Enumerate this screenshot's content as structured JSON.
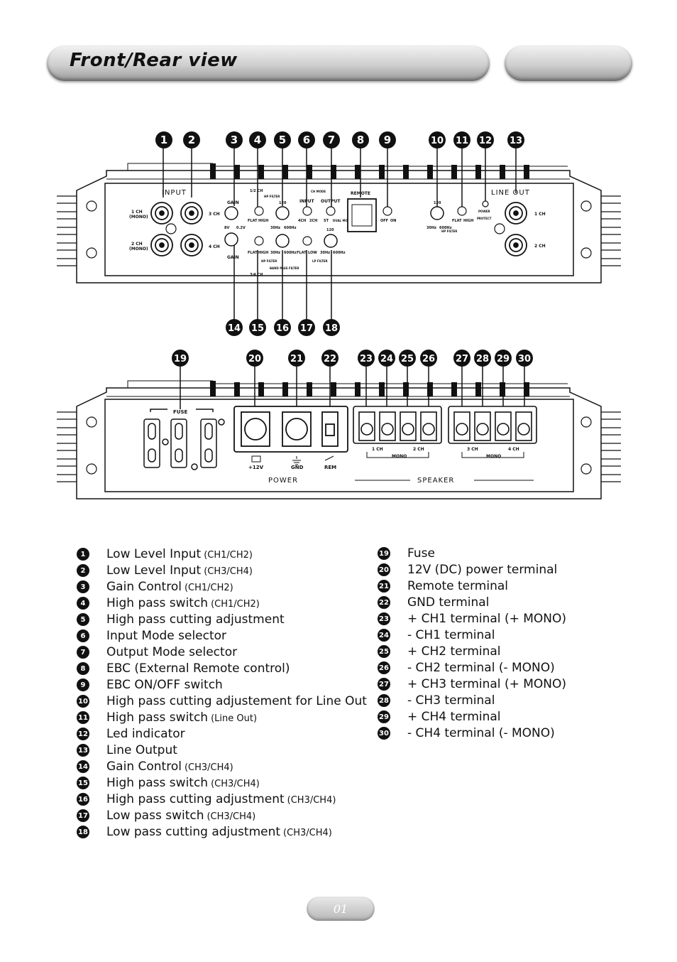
{
  "header": {
    "title": "Front/Rear  view"
  },
  "front_callouts": [
    "1",
    "2",
    "3",
    "4",
    "5",
    "6",
    "7",
    "8",
    "9",
    "10",
    "11",
    "12",
    "13"
  ],
  "front_callouts_bottom": [
    "14",
    "15",
    "16",
    "17",
    "18"
  ],
  "rear_callouts": [
    "19",
    "20",
    "21",
    "22",
    "23",
    "24",
    "25",
    "26",
    "27",
    "28",
    "29",
    "30"
  ],
  "front_panel": {
    "input": "INPUT",
    "ch1_mono": [
      "1 CH",
      "(MONO)"
    ],
    "ch2_mono": [
      "2 CH",
      "(MONO)"
    ],
    "ch3": "3 CH",
    "ch4": "4 CH",
    "gain": "GAIN",
    "gain_range": [
      "8V",
      "0.2V"
    ],
    "half_ch": "1/2 CH",
    "hp_filter": "HP FILTER",
    "flat_high": [
      "FLAT",
      "HIGH"
    ],
    "freq_120": "120",
    "freq_low": "30Hz",
    "freq_high": "600Hz",
    "ch_mode": "CH MODE",
    "input_label": "INPUT",
    "output_label": "OUTPUT",
    "input_opts": [
      "4CH",
      "2CH"
    ],
    "output_opts": [
      "ST",
      "DUAL MO"
    ],
    "remote": "REMOTE",
    "off_on": [
      "OFF",
      "ON"
    ],
    "power_protect": [
      "POWER",
      "PROTECT"
    ],
    "line_out": "LINE OUT",
    "lo_1ch": "1 CH",
    "lo_2ch": "2 CH",
    "flat_low": [
      "FLAT",
      "LOW"
    ],
    "lp_filter": "LP FILTER",
    "band_pass_filter": "BAND PASS FILTER",
    "three_four_ch": "3/4 CH"
  },
  "rear_panel": {
    "fuse": "FUSE",
    "plus12v": "+12V",
    "gnd": "GND",
    "rem": "REM",
    "power": "POWER",
    "speaker": "SPEAKER",
    "ch_labels": [
      "1 CH",
      "2 CH",
      "3 CH",
      "4 CH"
    ],
    "mono": "MONO"
  },
  "legend_left": [
    {
      "n": "1",
      "text": "Low Level Input",
      "sub": "(CH1/CH2)"
    },
    {
      "n": "2",
      "text": "Low Level Input",
      "sub": "(CH3/CH4)"
    },
    {
      "n": "3",
      "text": "Gain Control",
      "sub": "(CH1/CH2)"
    },
    {
      "n": "4",
      "text": "High pass switch",
      "sub": "(CH1/CH2)"
    },
    {
      "n": "5",
      "text": "High pass cutting adjustment",
      "sub": ""
    },
    {
      "n": "6",
      "text": "Input Mode selector",
      "sub": ""
    },
    {
      "n": "7",
      "text": "Output Mode selector",
      "sub": ""
    },
    {
      "n": "8",
      "text": "EBC (External Remote control)",
      "sub": ""
    },
    {
      "n": "9",
      "text": "EBC ON/OFF switch",
      "sub": ""
    },
    {
      "n": "10",
      "text": "High pass cutting adjustement for Line Out",
      "sub": ""
    },
    {
      "n": "11",
      "text": "High pass switch",
      "sub": "(Line Out)"
    },
    {
      "n": "12",
      "text": "Led indicator",
      "sub": ""
    },
    {
      "n": "13",
      "text": "Line Output",
      "sub": ""
    },
    {
      "n": "14",
      "text": "Gain Control",
      "sub": "(CH3/CH4)"
    },
    {
      "n": "15",
      "text": "High pass switch",
      "sub": "(CH3/CH4)"
    },
    {
      "n": "16",
      "text": "High pass cutting adjustment",
      "sub": "(CH3/CH4)"
    },
    {
      "n": "17",
      "text": "Low pass switch",
      "sub": "(CH3/CH4)"
    },
    {
      "n": "18",
      "text": "Low pass cutting adjustment",
      "sub": "(CH3/CH4)"
    }
  ],
  "legend_right": [
    {
      "n": "19",
      "text": "Fuse"
    },
    {
      "n": "20",
      "text": "12V (DC) power terminal"
    },
    {
      "n": "21",
      "text": "Remote terminal"
    },
    {
      "n": "22",
      "text": "GND terminal"
    },
    {
      "n": "23",
      "text": "+ CH1 terminal (+ MONO)"
    },
    {
      "n": "24",
      "text": "-  CH1 terminal"
    },
    {
      "n": "25",
      "text": "+ CH2  terminal"
    },
    {
      "n": "26",
      "text": "-  CH2 terminal (- MONO)"
    },
    {
      "n": "27",
      "text": "+ CH3 terminal (+ MONO)"
    },
    {
      "n": "28",
      "text": "-  CH3 terminal"
    },
    {
      "n": "29",
      "text": "+ CH4  terminal"
    },
    {
      "n": "30",
      "text": "-  CH4 terminal (- MONO)"
    }
  ],
  "footer": {
    "page": "01"
  }
}
